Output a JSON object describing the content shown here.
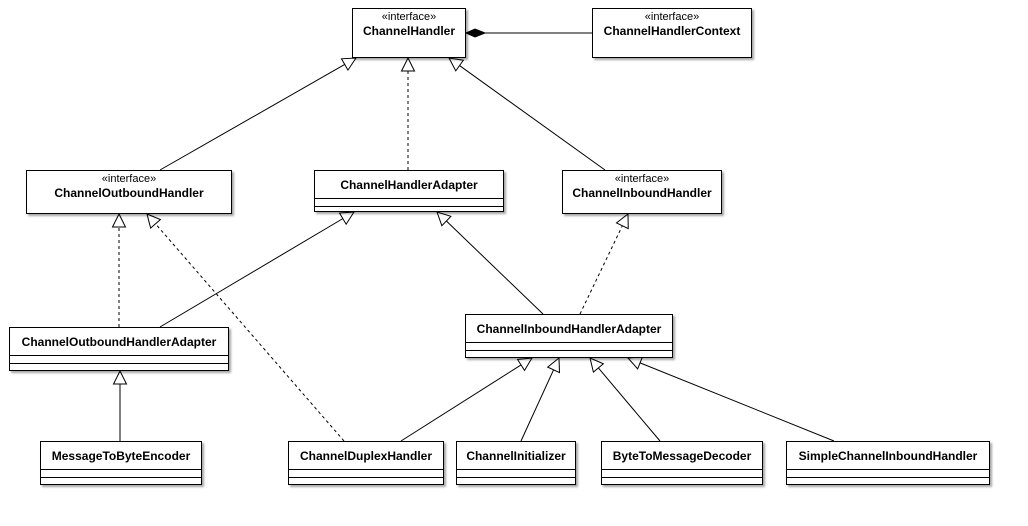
{
  "diagram": {
    "stereotype": "«interface»",
    "classes": {
      "channel_handler": "ChannelHandler",
      "channel_handler_context": "ChannelHandlerContext",
      "channel_outbound_handler": "ChannelOutboundHandler",
      "channel_handler_adapter": "ChannelHandlerAdapter",
      "channel_inbound_handler": "ChannelInboundHandler",
      "channel_outbound_handler_adapter": "ChannelOutboundHandlerAdapter",
      "channel_inbound_handler_adapter": "ChannelInboundHandlerAdapter",
      "message_to_byte_encoder": "MessageToByteEncoder",
      "channel_duplex_handler": "ChannelDuplexHandler",
      "channel_initializer": "ChannelInitializer",
      "byte_to_message_decoder": "ByteToMessageDecoder",
      "simple_channel_inbound_handler": "SimpleChannelInboundHandler"
    },
    "relations": [
      {
        "from": "channel_outbound_handler",
        "to": "channel_handler",
        "type": "generalization"
      },
      {
        "from": "channel_handler_adapter",
        "to": "channel_handler",
        "type": "realization"
      },
      {
        "from": "channel_inbound_handler",
        "to": "channel_handler",
        "type": "generalization"
      },
      {
        "from": "channel_handler_context",
        "to": "channel_handler",
        "type": "composition"
      },
      {
        "from": "channel_outbound_handler_adapter",
        "to": "channel_outbound_handler",
        "type": "realization"
      },
      {
        "from": "channel_outbound_handler_adapter",
        "to": "channel_handler_adapter",
        "type": "generalization"
      },
      {
        "from": "channel_duplex_handler",
        "to": "channel_outbound_handler",
        "type": "realization"
      },
      {
        "from": "channel_inbound_handler_adapter",
        "to": "channel_handler_adapter",
        "type": "generalization"
      },
      {
        "from": "channel_inbound_handler_adapter",
        "to": "channel_inbound_handler",
        "type": "realization"
      },
      {
        "from": "message_to_byte_encoder",
        "to": "channel_outbound_handler_adapter",
        "type": "generalization"
      },
      {
        "from": "channel_duplex_handler",
        "to": "channel_inbound_handler_adapter",
        "type": "generalization"
      },
      {
        "from": "channel_initializer",
        "to": "channel_inbound_handler_adapter",
        "type": "generalization"
      },
      {
        "from": "byte_to_message_decoder",
        "to": "channel_inbound_handler_adapter",
        "type": "generalization"
      },
      {
        "from": "simple_channel_inbound_handler",
        "to": "channel_inbound_handler_adapter",
        "type": "generalization"
      }
    ]
  }
}
